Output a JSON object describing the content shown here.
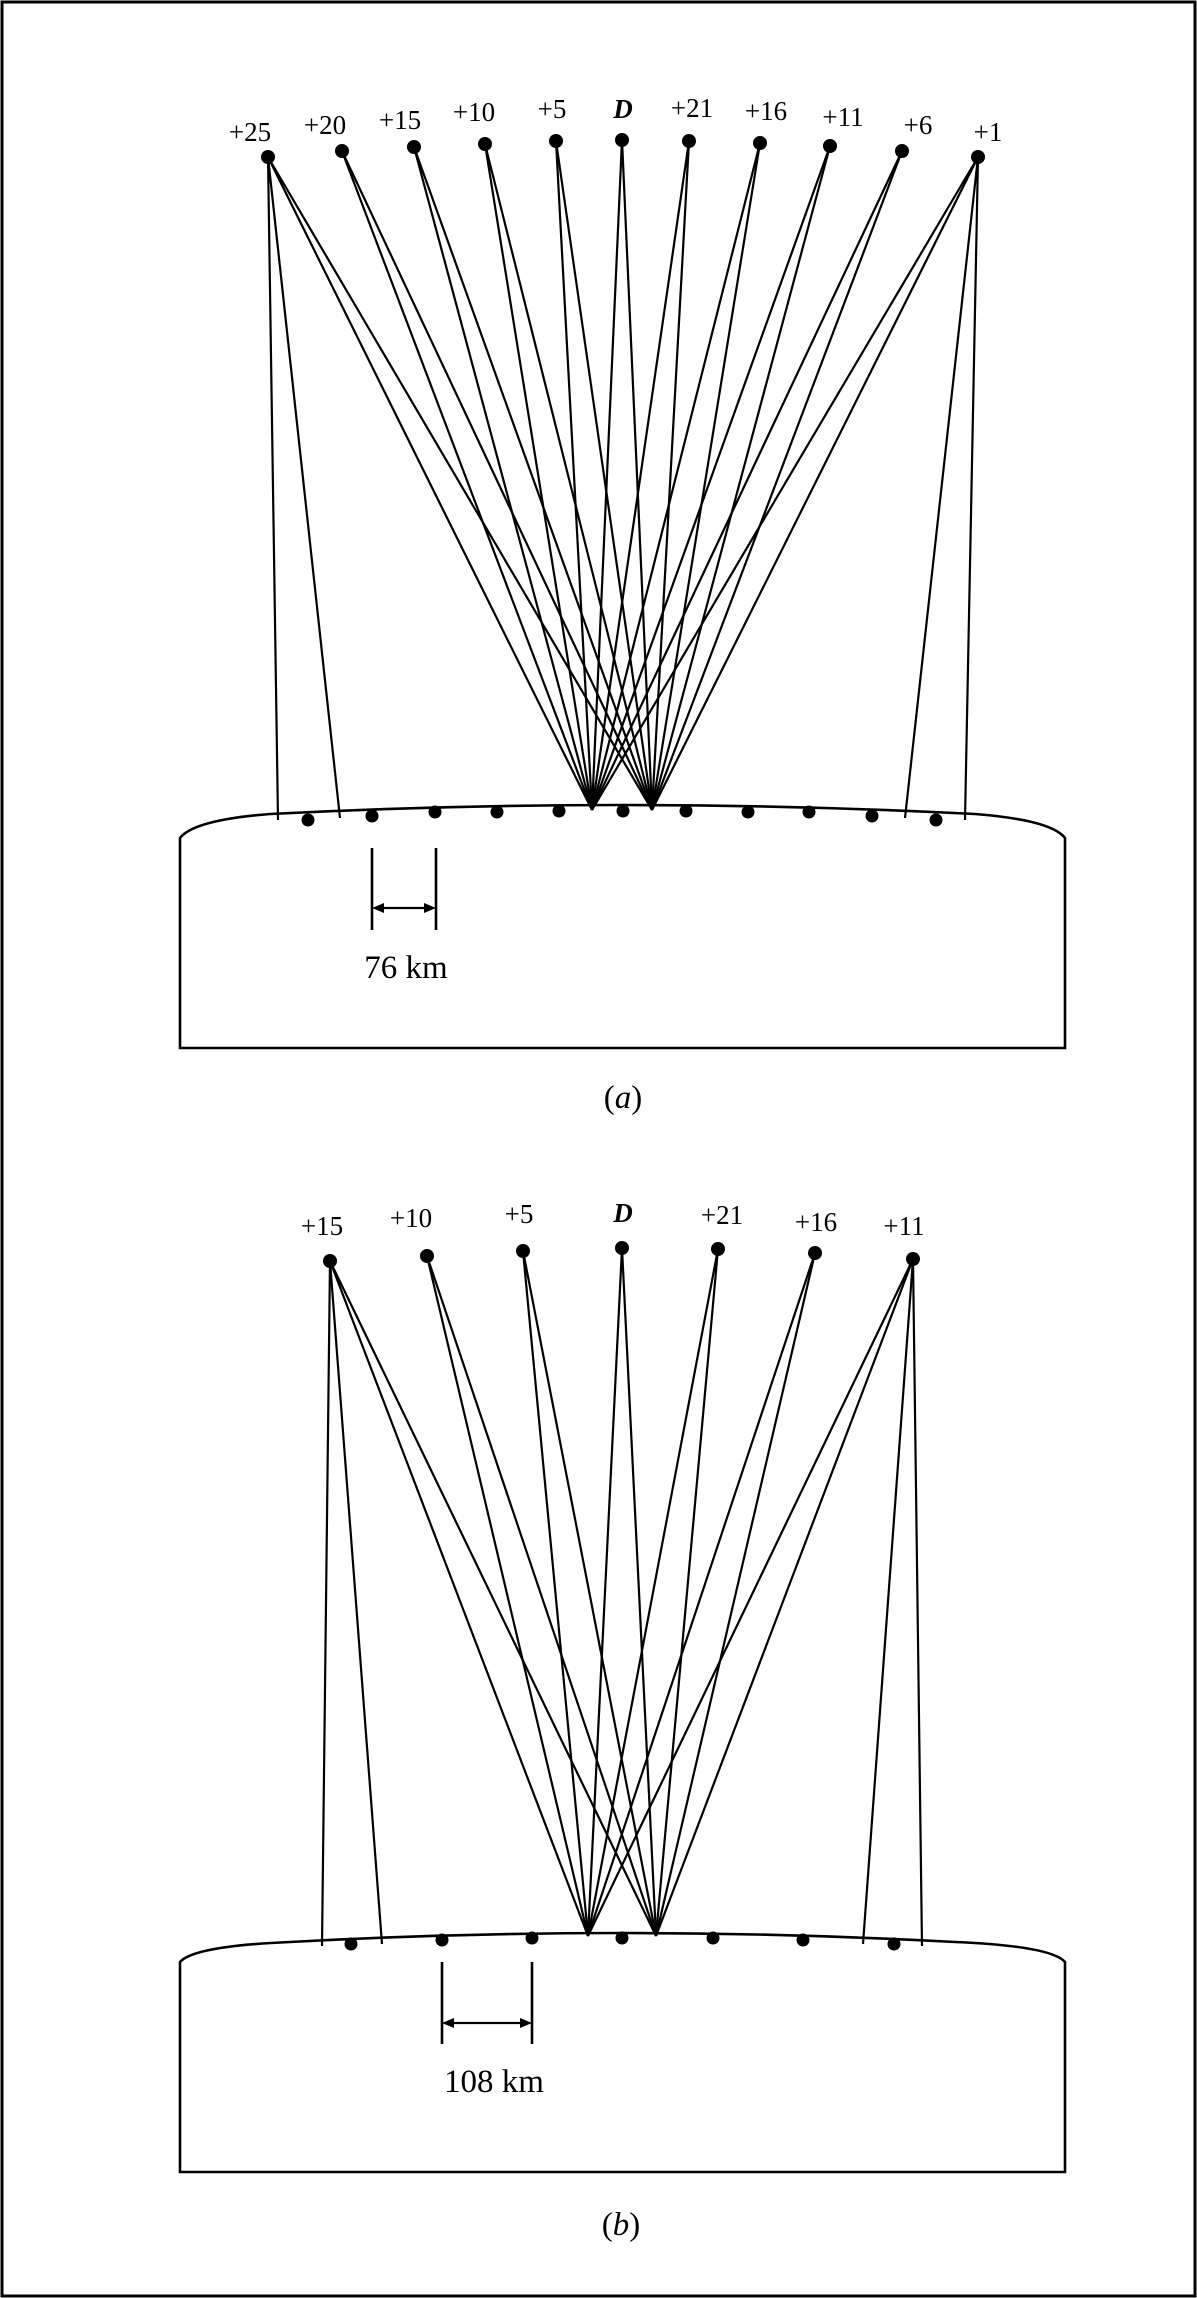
{
  "panels": [
    {
      "id": "a",
      "caption": "a",
      "scale_label": "76 km",
      "satellites": [
        "+25",
        "+20",
        "+15",
        "+10",
        "+5",
        "D",
        "+21",
        "+16",
        "+11",
        "+6",
        "+1"
      ]
    },
    {
      "id": "b",
      "caption": "b",
      "scale_label": "108 km",
      "satellites": [
        "+15",
        "+10",
        "+5",
        "D",
        "+21",
        "+16",
        "+11"
      ]
    }
  ]
}
